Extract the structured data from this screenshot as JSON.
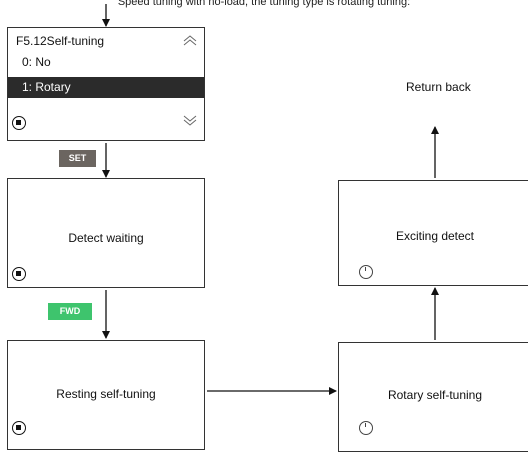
{
  "caption": "Speed tuning with no-load, the tuning type is rotating tuning:",
  "panels": {
    "menu": {
      "title": "F5.12Self-tuning",
      "options": [
        "0: No",
        "1: Rotary"
      ],
      "selected_index": 1
    },
    "detect_waiting": {
      "label": "Detect waiting"
    },
    "resting_self_tuning": {
      "label": "Resting self-tuning"
    },
    "rotary_self_tuning": {
      "label": "Rotary self-tuning"
    },
    "exciting_detect": {
      "label": "Exciting detect"
    }
  },
  "keys": {
    "set": {
      "label": "SET",
      "color": "#6b6560"
    },
    "fwd": {
      "label": "FWD",
      "color": "#3ec46d"
    }
  },
  "return_label": "Return back",
  "icons": {
    "up": "chevron-up-icon",
    "down": "chevron-down-icon",
    "stop": "stop-icon",
    "rotate": "rotate-icon"
  }
}
